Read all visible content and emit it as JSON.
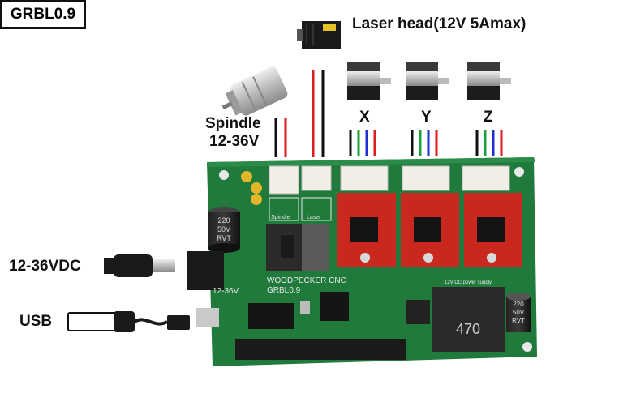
{
  "title": "GRBL0.9",
  "labels": {
    "laser_head": "Laser head(12V 5Amax)",
    "spindle": "Spindle",
    "spindle_voltage": "12-36V",
    "axis_x": "X",
    "axis_y": "Y",
    "axis_z": "Z",
    "power_input": "12-36VDC",
    "usb": "USB"
  },
  "board": {
    "silk_brand": "WOODPECKER CNC",
    "silk_version": "GRBL0.9",
    "silk_voltage": "12-36V",
    "silk_spindle": "Spindle",
    "silk_laser": "Laser",
    "silk_power_supply": "12V DC power supply",
    "cap_left_lines": [
      "220",
      "50V",
      "RVT"
    ],
    "cap_right_lines": [
      "220",
      "50V",
      "RVT"
    ],
    "inductor_value": "470"
  },
  "colors": {
    "pcb": "#1f7a3c",
    "driver": "#c8281e",
    "wire_red": "#e01b1b",
    "wire_black": "#111111",
    "wire_green": "#19a03a",
    "wire_blue": "#1f2fd6"
  }
}
